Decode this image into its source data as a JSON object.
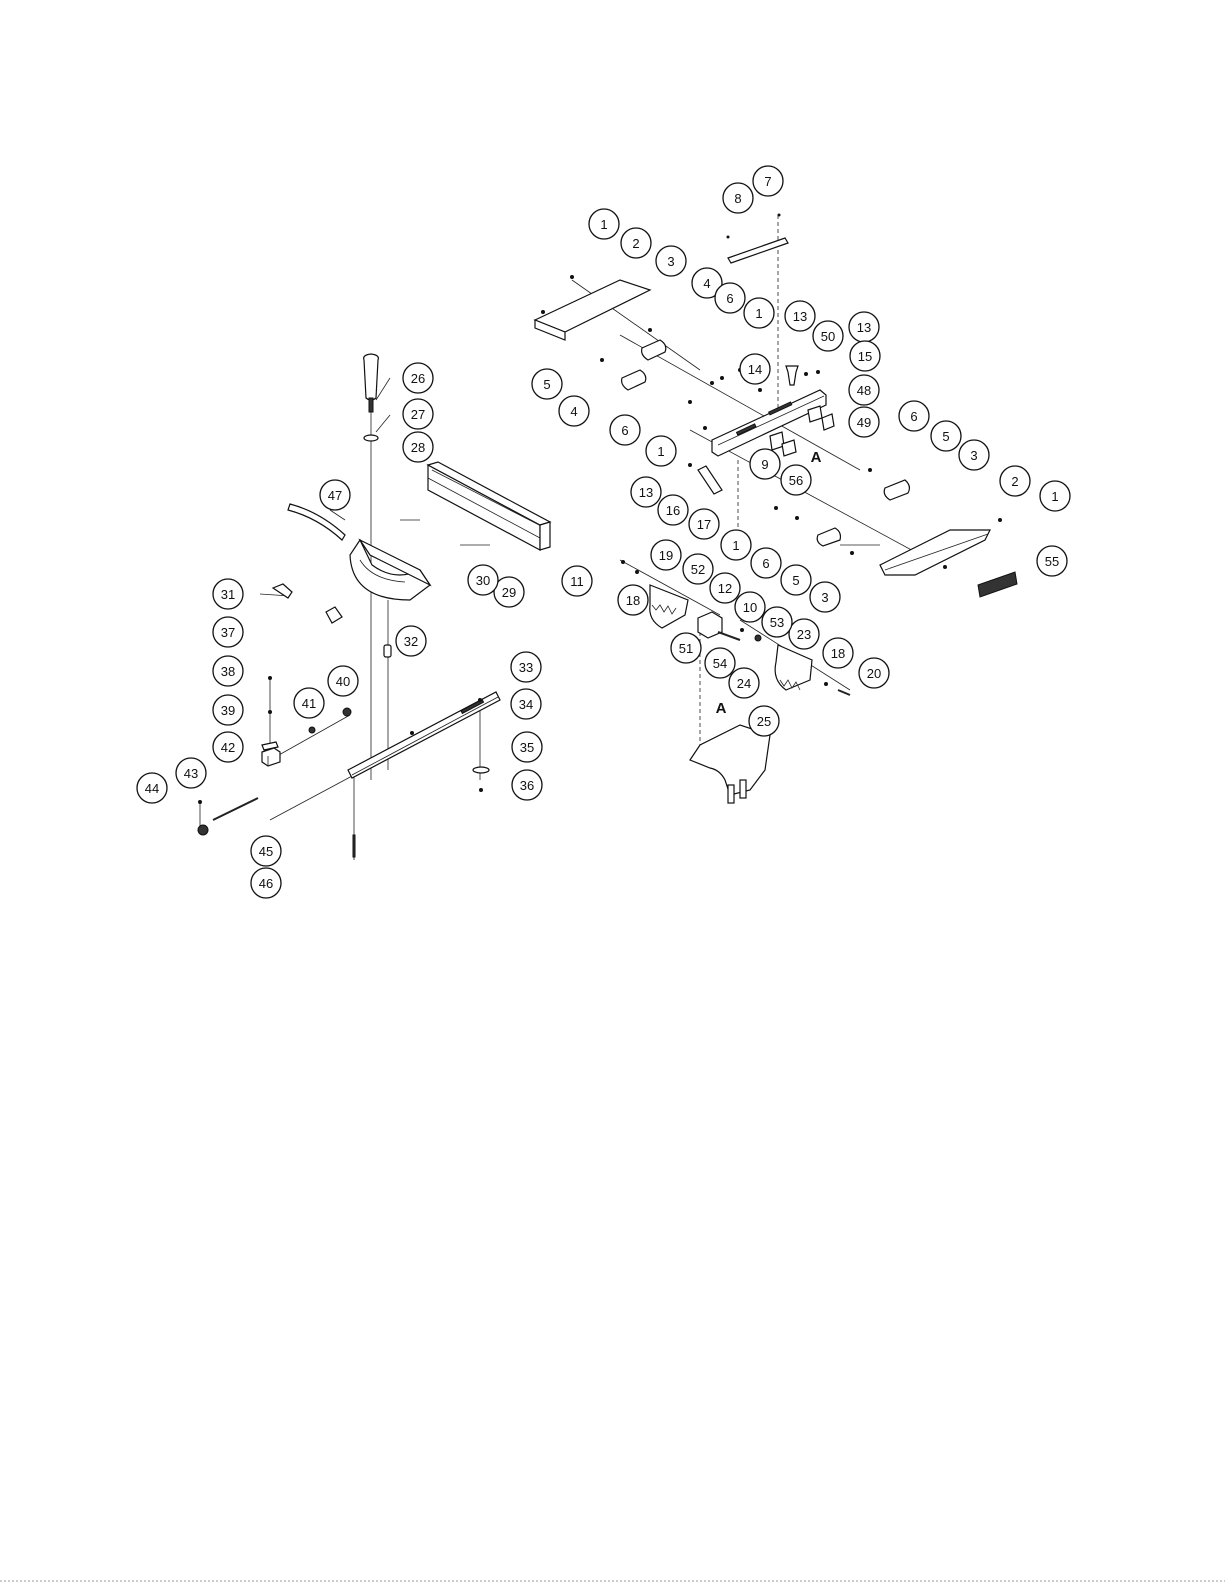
{
  "diagram": {
    "ref_letter": "A",
    "callouts": [
      "1",
      "2",
      "3",
      "4",
      "5",
      "6",
      "7",
      "8",
      "9",
      "10",
      "11",
      "12",
      "13",
      "14",
      "15",
      "16",
      "17",
      "18",
      "19",
      "20",
      "23",
      "24",
      "25",
      "26",
      "27",
      "28",
      "29",
      "30",
      "31",
      "32",
      "33",
      "34",
      "35",
      "36",
      "37",
      "38",
      "39",
      "40",
      "41",
      "42",
      "43",
      "44",
      "45",
      "46",
      "47",
      "48",
      "49",
      "50",
      "51",
      "52",
      "53",
      "54",
      "55",
      "56"
    ]
  }
}
